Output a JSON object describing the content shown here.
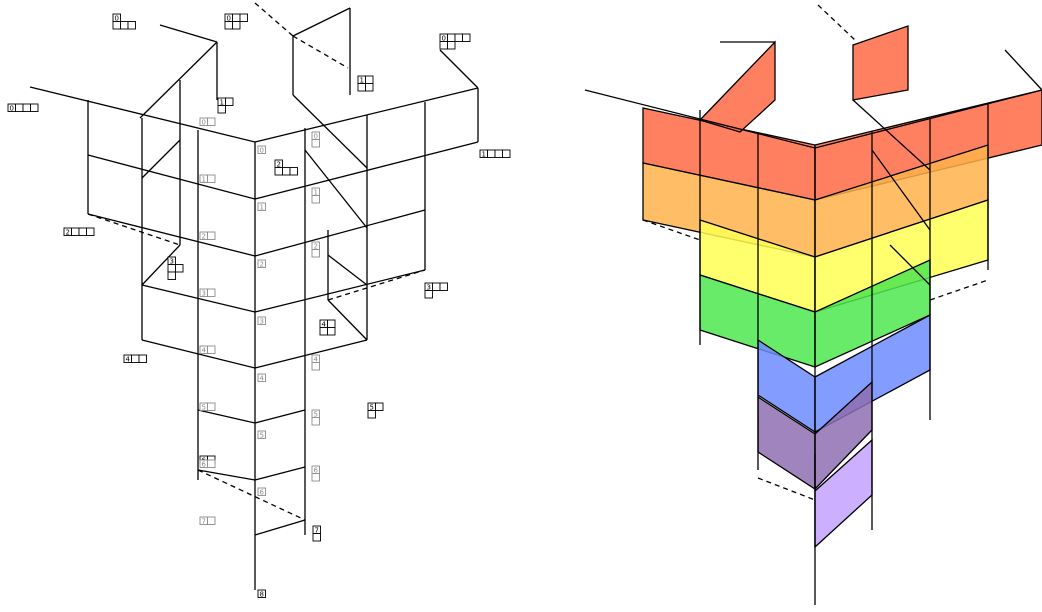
{
  "colors": {
    "line": "#000000",
    "label_dark": "#000000",
    "label_gray": "#8c8c8c",
    "level_0": "#ff6a45",
    "level_1": "#ffb24a",
    "level_2": "#ffff55",
    "level_3": "#4de84d",
    "level_4": "#6c8cff",
    "level_5": "#8e6fb2",
    "level_6": "#c3a2ff"
  },
  "left_panel": {
    "outer_labels": [
      "0",
      "0",
      "0",
      "0",
      "1",
      "1",
      "1",
      "2",
      "2",
      "3",
      "3",
      "4",
      "4",
      "5",
      "6",
      "7",
      "8"
    ],
    "gray_index_labels_column_a": [
      "0",
      "1",
      "2",
      "3",
      "4",
      "5",
      "6",
      "7"
    ],
    "gray_index_labels_column_b": [
      "0",
      "1",
      "2",
      "3",
      "4",
      "5",
      "6"
    ],
    "gray_index_labels_column_c": [
      "0",
      "1",
      "2",
      "4",
      "5",
      "6"
    ]
  },
  "right_panel": {
    "levels": [
      "level_0",
      "level_1",
      "level_2",
      "level_3",
      "level_4",
      "level_5",
      "level_6"
    ]
  }
}
